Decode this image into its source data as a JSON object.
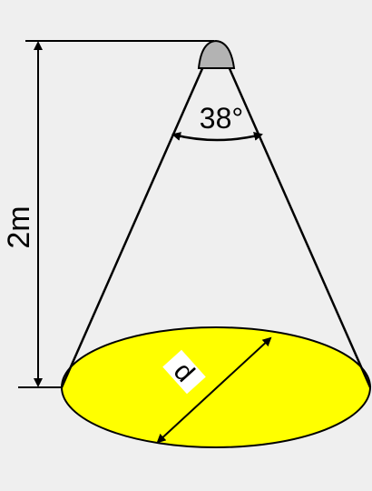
{
  "diagram": {
    "height_label": "2m",
    "angle_label": "38°",
    "diameter_label": "d"
  },
  "colors": {
    "background": "#efefef",
    "beam_spot": "#ffff00",
    "lamp_head": "#b3b3b3",
    "stroke": "#000000"
  }
}
